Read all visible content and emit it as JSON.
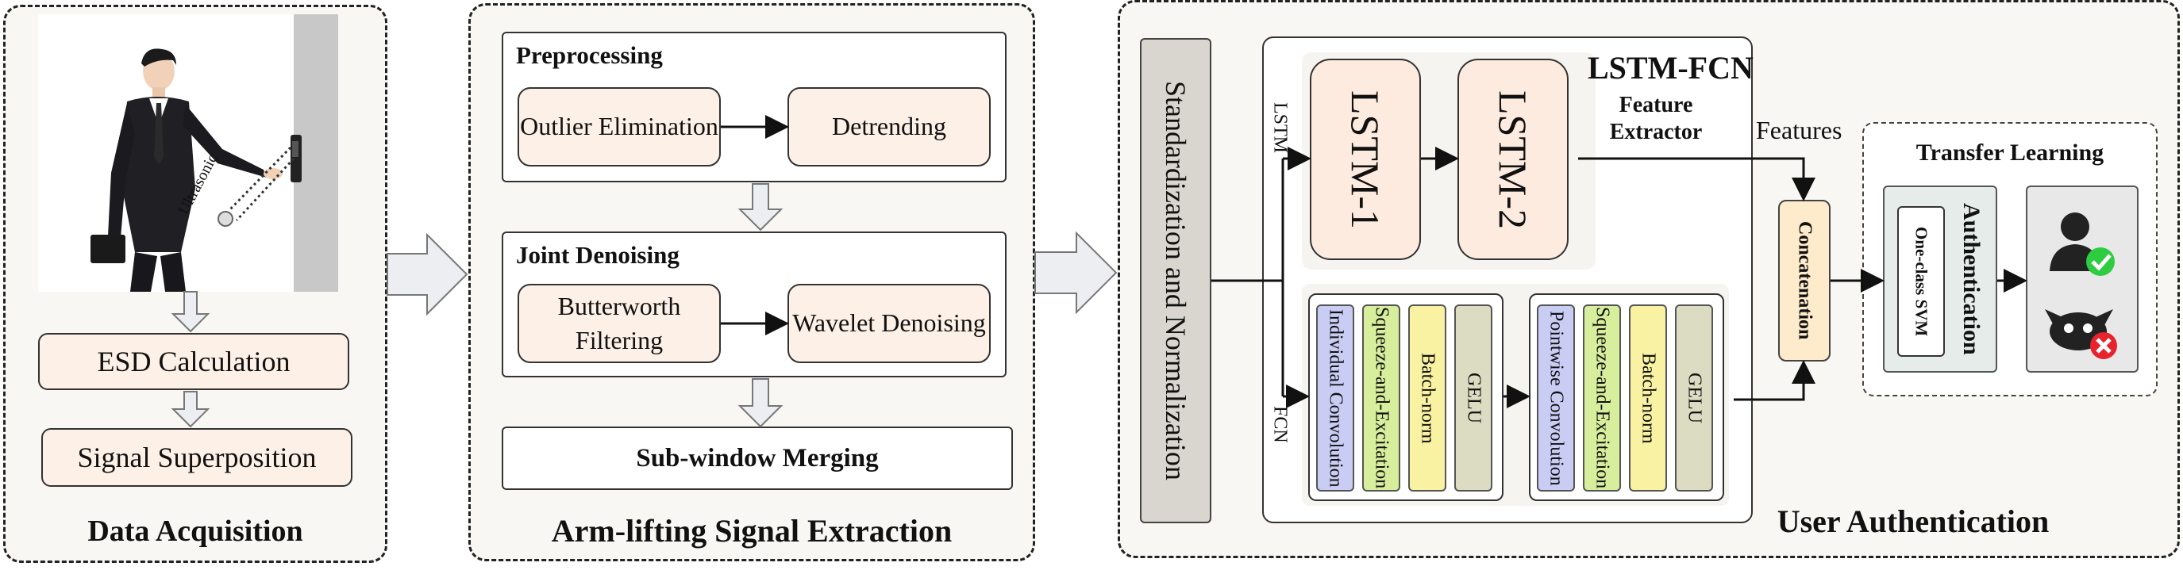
{
  "acquisition": {
    "title": "Data Acquisition",
    "ultrasonic_label": "Ultrasonic",
    "esd_label": "ESD Calculation",
    "superposition_label": "Signal Superposition"
  },
  "extraction": {
    "title": "Arm-lifting Signal Extraction",
    "preprocessing": {
      "title": "Preprocessing",
      "outlier": "Outlier Elimination",
      "detrending": "Detrending"
    },
    "joint": {
      "title": "Joint Denoising",
      "butterworth": "Butterworth Filtering",
      "wavelet": "Wavelet Denoising"
    },
    "merging": "Sub-window Merging"
  },
  "authentication": {
    "title": "User Authentication",
    "standardization": "Standardization and Normalization",
    "lstm_label": "LSTM",
    "fcn_label": "FCN",
    "lstm_fcn_title": "LSTM-FCN",
    "feature_extractor": "Feature Extractor",
    "lstm1": "LSTM-1",
    "lstm2": "LSTM-2",
    "features_label": "Features",
    "concatenation": "Concatenation",
    "block1": [
      "Individual Convolution",
      "Squeeze-and-Excitation",
      "Batch-norm",
      "GELU"
    ],
    "block2": [
      "Pointwise Convolution",
      "Squeeze-and-Excitation",
      "Batch-norm",
      "GELU"
    ],
    "transfer": {
      "title": "Transfer Learning",
      "svm": "One-class SVM",
      "auth": "Authentication"
    }
  },
  "colors": {
    "peach": "#fdf0e6",
    "standardization_fill": "#d9d6cf",
    "conv": "#c9ccf3",
    "squeeze": "#d7ef9c",
    "batchnorm": "#f9f2a2",
    "gelu": "#dcdcc2",
    "concat": "#fdebcb",
    "check": "#2ecc40",
    "cross": "#e8232c"
  },
  "icons": [
    "person-icon",
    "ultrasonic-sensor-icon",
    "arrow-icon",
    "genuine-user-icon",
    "check-icon",
    "attacker-icon",
    "cross-icon"
  ]
}
